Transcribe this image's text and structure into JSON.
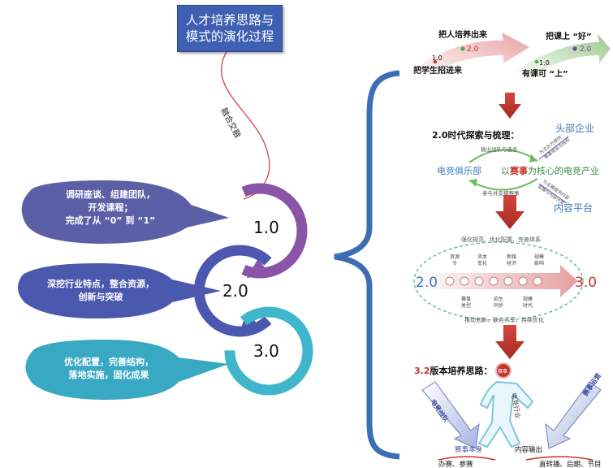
{
  "title": {
    "line1": "人才培养思路与",
    "line2": "模式的演化过程"
  },
  "connector_label": "融合交融",
  "left_stages": [
    {
      "label": "1.0",
      "bubble": [
        "调研座谈、组建团队，",
        "开发课程；",
        "完成了从 “0” 到 “1”"
      ],
      "ring_color": "#8a55a8",
      "bubble_color": "#5b5fa6"
    },
    {
      "label": "2.0",
      "bubble": [
        "深挖行业特点，整合资源，",
        "创新与突破"
      ],
      "ring_color": "#4c58b0",
      "bubble_color": "#4a58ad"
    },
    {
      "label": "3.0",
      "bubble": [
        "优化配置，完善结构，",
        "落地实施，固化成果"
      ],
      "ring_color": "#3fb6cc",
      "bubble_color": "#39a8c2"
    }
  ],
  "right": {
    "top_left": {
      "top": "把人培养出来",
      "v_from": "1.0",
      "v_to": "2.0",
      "bottom": "把学生招进来"
    },
    "top_right": {
      "top": "把课上 “好”",
      "v_from": "1.0",
      "v_to": "2.0",
      "bottom": "有课可 “上”"
    },
    "section2": {
      "heading": "2.0时代探索与梳理：",
      "left_node": "电竞俱乐部",
      "center_prefix": "以",
      "center_em": "赛事",
      "center_suffix": "为核心的电竞产业",
      "top_node": "头部企业",
      "bottom_node": "内容平台",
      "arc_top": "输出战队与选手",
      "arc_bottom": "参与并支撑赛事",
      "diag_top": [
        "为主办方提供",
        "赛事资金与授权"
      ],
      "diag_bottom": [
        "为主播提供内容",
        "直播与内容分发"
      ]
    },
    "section3": {
      "top_caption": "强化规范、优化配置、完善体系",
      "bottom_caption": "推动创新、联合共享、持续优化",
      "left_value": "2.0",
      "right_value": "3.0",
      "top_items": [
        "资源\n令",
        "资本\n变化",
        "新媒\n经济",
        "规模\n影响"
      ],
      "bottom_items": [
        "赛事\n类型",
        "招生\n同步",
        "规模\n时代"
      ]
    },
    "section4": {
      "heading_num": "3.2",
      "heading_text": "版本培养思路：",
      "head_label": "赛事",
      "body_label": "电竞行业",
      "left_arrow_label": "电竞战队",
      "right_arrow_label": "赛事运营",
      "bottom_left": "赛事本身",
      "bottom_right": "内容输出",
      "footer_left": "办赛、参赛",
      "footer_right": "直转播、后期、节目"
    }
  },
  "colors": {
    "accent_red": "#c7342a",
    "title_blue": "#3f5fb3",
    "arrow_green": "#9cc98b",
    "arrow_pink": "#e8a2a2"
  }
}
